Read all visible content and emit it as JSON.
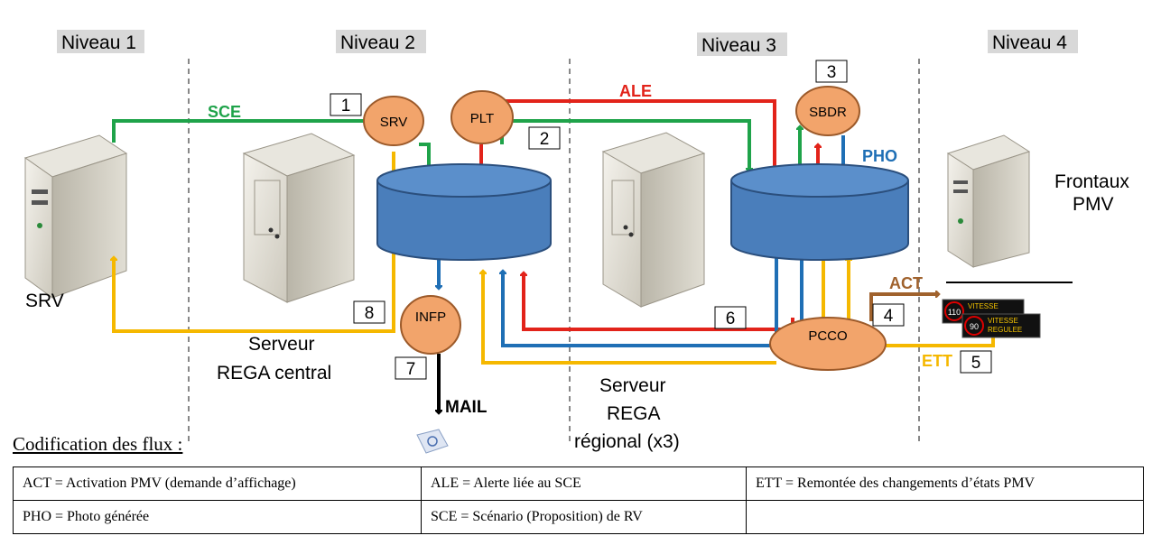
{
  "levels": [
    "Niveau 1",
    "Niveau 2",
    "Niveau 3",
    "Niveau 4"
  ],
  "nodes": {
    "srv": "SRV",
    "plt": "PLT",
    "sbdr": "SBDR",
    "infp": "INFP",
    "pcco": "PCCO"
  },
  "numbers": [
    "1",
    "2",
    "3",
    "4",
    "5",
    "6",
    "7",
    "8"
  ],
  "flows": {
    "sce": "SCE",
    "ale": "ALE",
    "pho": "PHO",
    "act": "ACT",
    "ett": "ETT",
    "mail": "MAIL"
  },
  "servers": {
    "srv_label": "SRV",
    "central_1": "Serveur",
    "central_2": "REGA central",
    "regional_1": "Serveur",
    "regional_2": "REGA",
    "regional_3": "régional (x3)",
    "frontaux_1": "Frontaux",
    "frontaux_2": "PMV"
  },
  "signs": {
    "speed1": "110",
    "speed2": "90",
    "text1": "VITESSE",
    "text2": "REGULEE"
  },
  "colors": {
    "green": "#1FA34A",
    "red": "#E2231A",
    "blue": "#1F6FB5",
    "yellow": "#F5B800",
    "brown": "#A0622D",
    "ellipse": "#F2A46B",
    "cylinder": "#4A7EBB",
    "level_bg": "#D8D8D8"
  },
  "legend_title": "Codification des flux :",
  "legend": [
    [
      "ACT = Activation PMV (demande d’affichage)",
      "ALE = Alerte liée au SCE",
      "ETT = Remontée des changements d’états PMV"
    ],
    [
      "PHO = Photo générée",
      "SCE = Scénario (Proposition) de RV",
      ""
    ]
  ]
}
